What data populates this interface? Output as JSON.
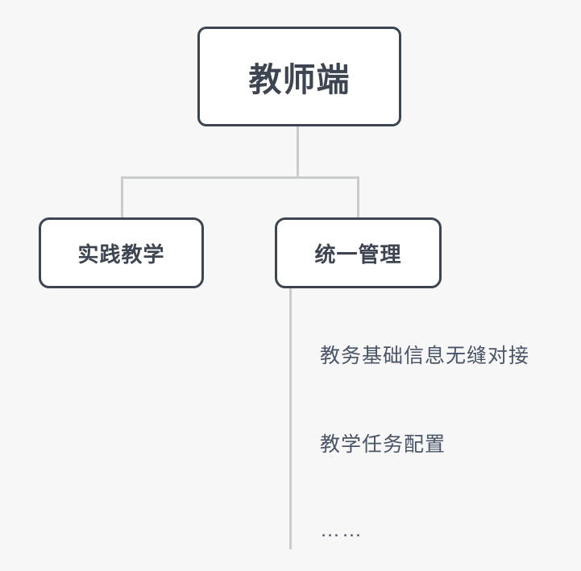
{
  "diagram": {
    "type": "tree",
    "background_color": "#f7f7f7",
    "node_border_color": "#3d4551",
    "node_fill_color": "#ffffff",
    "connector_color": "#c9cccd",
    "leaf_text_color": "#4a5568",
    "root": {
      "label": "教师端"
    },
    "level2": [
      {
        "label": "实践教学"
      },
      {
        "label": "统一管理"
      }
    ],
    "leaves": [
      {
        "label": "教务基础信息无缝对接"
      },
      {
        "label": "教学任务配置"
      },
      {
        "label": "……"
      }
    ]
  }
}
